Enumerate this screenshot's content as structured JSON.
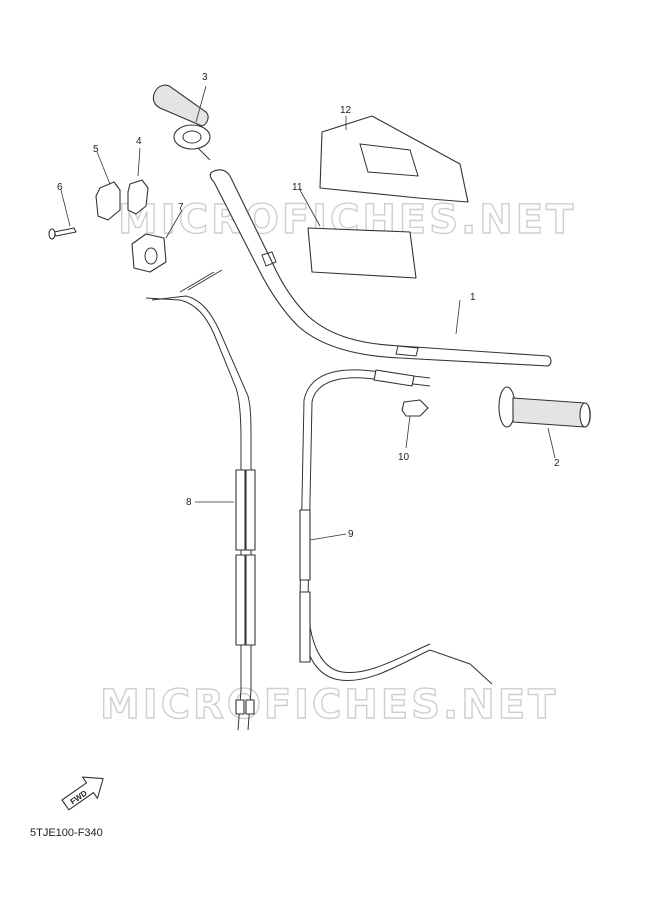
{
  "watermark": "MICROFICHES.NET",
  "diagram_code": "5TJE100-F340",
  "fwd_label": "FWD",
  "callouts": [
    "1",
    "2",
    "3",
    "4",
    "5",
    "6",
    "7",
    "8",
    "9",
    "10",
    "11",
    "12"
  ]
}
